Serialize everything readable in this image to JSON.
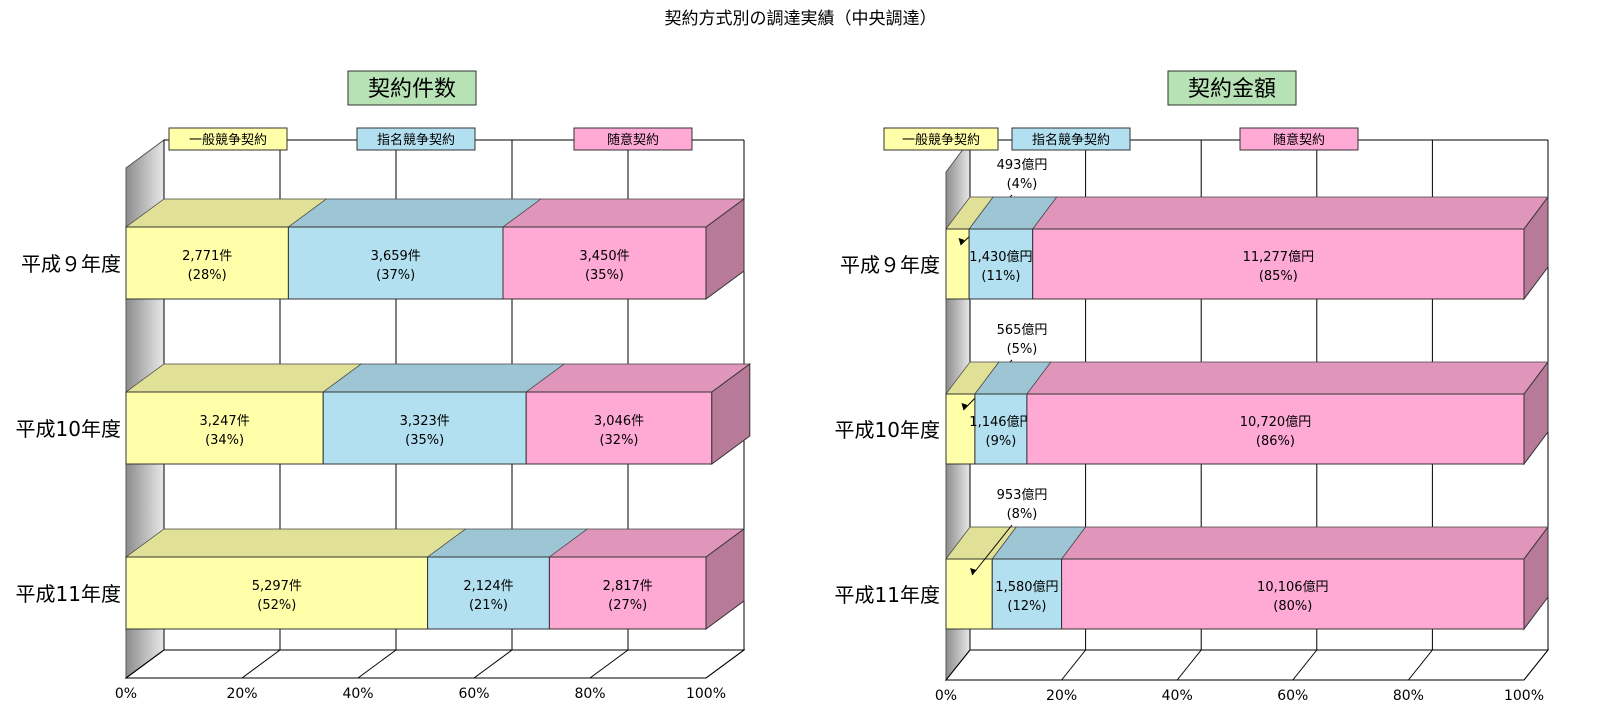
{
  "page_title": "契約方式別の調達実績（中央調達）",
  "colors": {
    "general": "#ffffaa",
    "designated": "#b3e0f0",
    "discretionary": "#ffaad5",
    "title_box": "#b6e2b6",
    "wall": "#9a9a9a"
  },
  "chart_data": [
    {
      "type": "bar",
      "orientation": "horizontal",
      "stacked": "percent",
      "title": "契約件数",
      "categories": [
        "平成９年度",
        "平成10年度",
        "平成11年度"
      ],
      "series": [
        {
          "name": "一般競争契約",
          "color": "#ffffaa",
          "values": [
            2771,
            3247,
            5297
          ],
          "percent": [
            28,
            34,
            52
          ],
          "labels": [
            "2,771件",
            "3,247件",
            "5,297件"
          ],
          "pct_labels": [
            "(28%)",
            "(34%)",
            "(52%)"
          ]
        },
        {
          "name": "指名競争契約",
          "color": "#b3e0f0",
          "values": [
            3659,
            3323,
            2124
          ],
          "percent": [
            37,
            35,
            21
          ],
          "labels": [
            "3,659件",
            "3,323件",
            "2,124件"
          ],
          "pct_labels": [
            "(37%)",
            "(35%)",
            "(21%)"
          ]
        },
        {
          "name": "随意契約",
          "color": "#ffaad5",
          "values": [
            3450,
            3046,
            2817
          ],
          "percent": [
            35,
            32,
            27
          ],
          "labels": [
            "3,450件",
            "3,046件",
            "2,817件"
          ],
          "pct_labels": [
            "(35%)",
            "(32%)",
            "(27%)"
          ]
        }
      ],
      "x_ticks": [
        "0%",
        "20%",
        "40%",
        "60%",
        "80%",
        "100%"
      ],
      "xlim": [
        0,
        100
      ],
      "grid": true,
      "legend": "top"
    },
    {
      "type": "bar",
      "orientation": "horizontal",
      "stacked": "percent",
      "title": "契約金額",
      "categories": [
        "平成９年度",
        "平成10年度",
        "平成11年度"
      ],
      "series": [
        {
          "name": "一般競争契約",
          "color": "#ffffaa",
          "values": [
            493,
            565,
            953
          ],
          "percent": [
            4,
            5,
            8
          ],
          "labels": [
            "493億円",
            "565億円",
            "953億円"
          ],
          "pct_labels": [
            "(4%)",
            "(5%)",
            "(8%)"
          ],
          "label_position": "callout-above"
        },
        {
          "name": "指名競争契約",
          "color": "#b3e0f0",
          "values": [
            1430,
            1146,
            1580
          ],
          "percent": [
            11,
            9,
            12
          ],
          "labels": [
            "1,430億円",
            "1,146億円",
            "1,580億円"
          ],
          "pct_labels": [
            "(11%)",
            "(9%)",
            "(12%)"
          ]
        },
        {
          "name": "随意契約",
          "color": "#ffaad5",
          "values": [
            11277,
            10720,
            10106
          ],
          "percent": [
            85,
            86,
            80
          ],
          "labels": [
            "11,277億円",
            "10,720億円",
            "10,106億円"
          ],
          "pct_labels": [
            "(85%)",
            "(86%)",
            "(80%)"
          ]
        }
      ],
      "x_ticks": [
        "0%",
        "20%",
        "40%",
        "60%",
        "80%",
        "100%"
      ],
      "xlim": [
        0,
        100
      ],
      "grid": true,
      "legend": "top"
    }
  ]
}
